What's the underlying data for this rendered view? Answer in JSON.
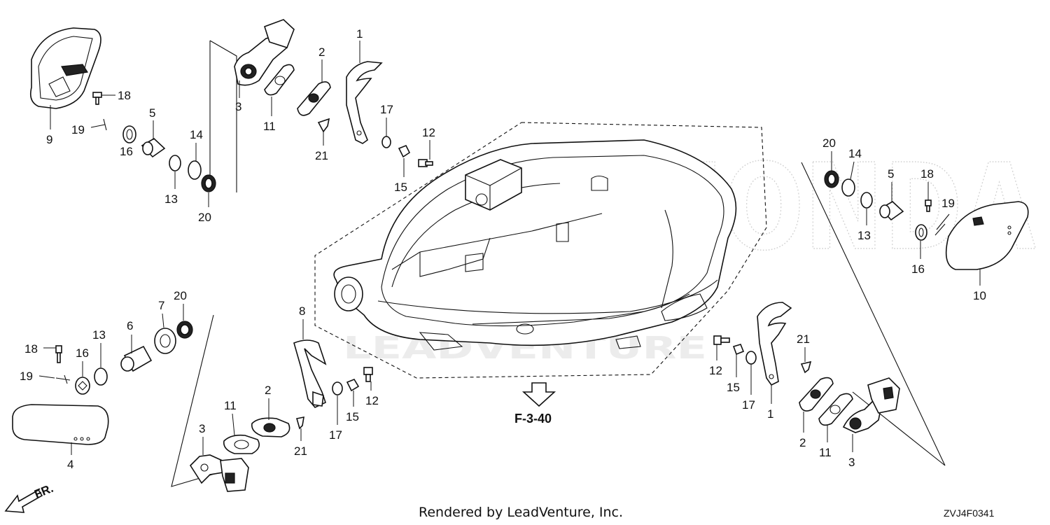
{
  "callouts": {
    "c1a": "1",
    "c2a": "2",
    "c3a": "3",
    "c9": "9",
    "c18a": "18",
    "c19a": "19",
    "c5a": "5",
    "c16a": "16",
    "c13a": "13",
    "c14a": "14",
    "c20a": "20",
    "c11a": "11",
    "c21a": "21",
    "c17a": "17",
    "c15a": "15",
    "c12a": "12",
    "c20b": "20",
    "c14b": "14",
    "c5b": "5",
    "c18b": "18",
    "c19b": "19",
    "c13b": "13",
    "c16b": "16",
    "c10": "10",
    "c7": "7",
    "c20c": "20",
    "c6": "6",
    "c13c": "13",
    "c18c": "18",
    "c16c": "16",
    "c19c": "19",
    "c4": "4",
    "c8": "8",
    "c3b": "3",
    "c11b": "11",
    "c2b": "2",
    "c21b": "21",
    "c17b": "17",
    "c15b": "15",
    "c12b": "12",
    "c12c": "12",
    "c15c": "15",
    "c17c": "17",
    "c1b": "1",
    "c21c": "21",
    "c2c": "2",
    "c11c": "11",
    "c3c": "3"
  },
  "reference": "F-3-40",
  "front_label": "FR.",
  "watermark_top": "HONDA",
  "watermark_center": "LEADVENTURE",
  "footer": "Rendered by LeadVenture, Inc.",
  "diagram_code": "ZVJ4F0341"
}
